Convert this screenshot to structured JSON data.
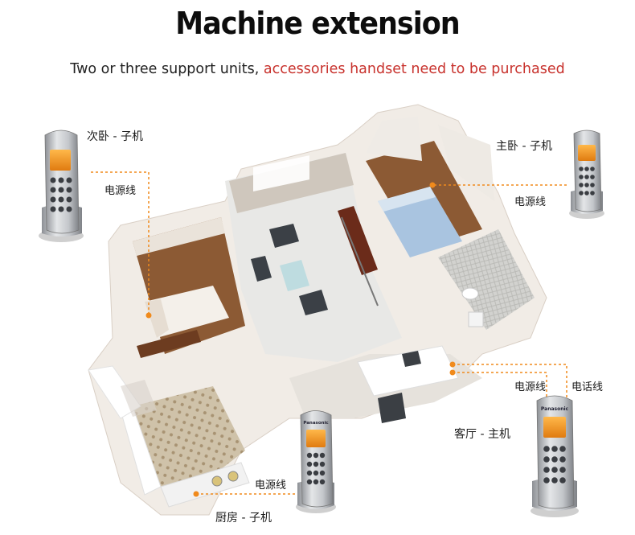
{
  "header": {
    "title": "Machine extension",
    "subtitle_plain": "Two or three support units,",
    "subtitle_highlight": "accessories handset need to be purchased"
  },
  "rooms": {
    "second_bedroom": {
      "label": "次卧 - 子机",
      "cable": "电源线"
    },
    "master_bedroom": {
      "label": "主卧 - 子机",
      "cable": "电源线"
    },
    "living_room": {
      "label": "客厅 - 主机",
      "cable": "电源线",
      "phone_line": "电话线"
    },
    "kitchen": {
      "label": "厨房 - 子机",
      "cable": "电源线"
    }
  },
  "handset": {
    "brand": "Panasonic"
  },
  "colors": {
    "accent_red": "#c8322d",
    "connector_orange": "#f08a1c",
    "handset_silver": "#b9bcc0",
    "screen_orange": "#f59a23"
  }
}
